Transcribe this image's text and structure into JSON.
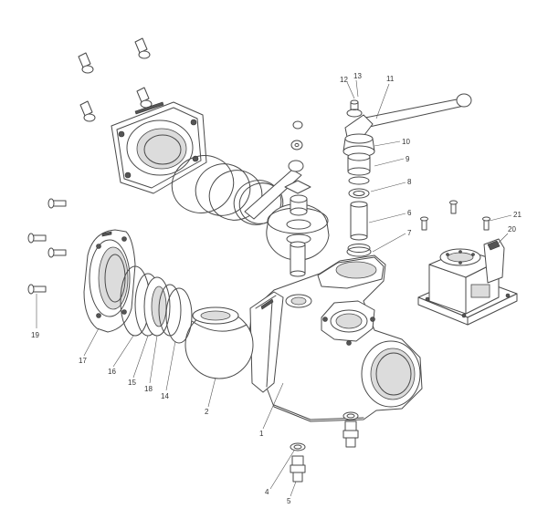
{
  "diagram": {
    "part_labels": [
      {
        "id": "1",
        "text": "1"
      },
      {
        "id": "2",
        "text": "2"
      },
      {
        "id": "4",
        "text": "4"
      },
      {
        "id": "5",
        "text": "5"
      },
      {
        "id": "6",
        "text": "6"
      },
      {
        "id": "7",
        "text": "7"
      },
      {
        "id": "8",
        "text": "8"
      },
      {
        "id": "9",
        "text": "9"
      },
      {
        "id": "10",
        "text": "10"
      },
      {
        "id": "11",
        "text": "11"
      },
      {
        "id": "12",
        "text": "12"
      },
      {
        "id": "13",
        "text": "13"
      },
      {
        "id": "14",
        "text": "14"
      },
      {
        "id": "15",
        "text": "15"
      },
      {
        "id": "16",
        "text": "16"
      },
      {
        "id": "17",
        "text": "17"
      },
      {
        "id": "18",
        "text": "18"
      },
      {
        "id": "19",
        "text": "19"
      },
      {
        "id": "20",
        "text": "20"
      },
      {
        "id": "21",
        "text": "21"
      }
    ]
  }
}
